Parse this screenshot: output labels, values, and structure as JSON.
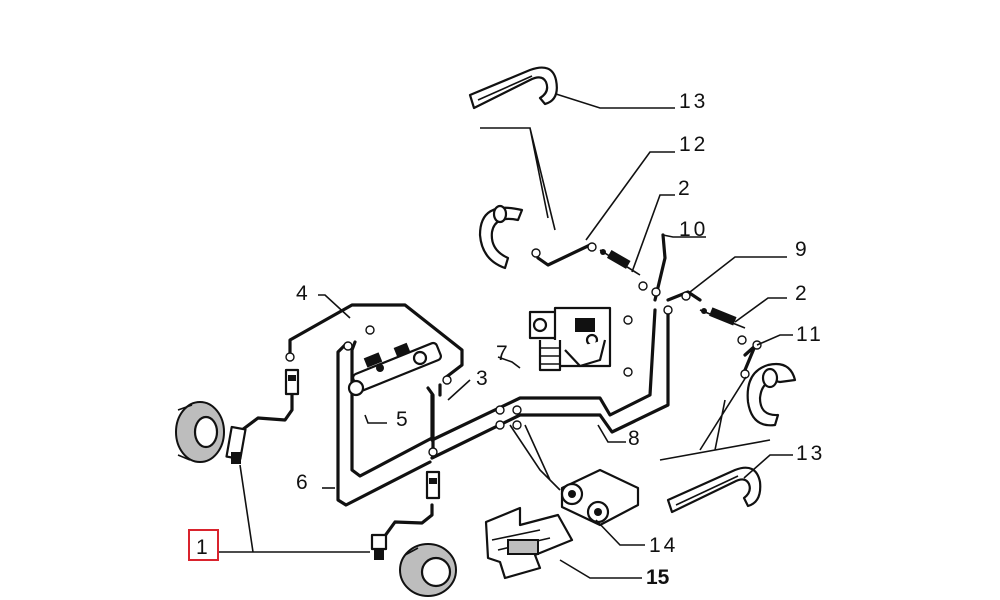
{
  "diagram": {
    "highlighted_part": "1",
    "labels": [
      {
        "id": "1",
        "text": "1"
      },
      {
        "id": "2a",
        "text": "2"
      },
      {
        "id": "2b",
        "text": "2"
      },
      {
        "id": "3",
        "text": "3"
      },
      {
        "id": "4",
        "text": "4"
      },
      {
        "id": "5",
        "text": "5"
      },
      {
        "id": "6",
        "text": "6"
      },
      {
        "id": "7",
        "text": "7"
      },
      {
        "id": "8",
        "text": "8"
      },
      {
        "id": "9",
        "text": "9"
      },
      {
        "id": "10",
        "text": "10"
      },
      {
        "id": "11",
        "text": "11"
      },
      {
        "id": "12",
        "text": "12"
      },
      {
        "id": "13a",
        "text": "13"
      },
      {
        "id": "13b",
        "text": "13"
      },
      {
        "id": "14",
        "text": "14"
      },
      {
        "id": "15",
        "text": "15"
      }
    ],
    "highlight_color": "#d9232d",
    "line_color": "#111111"
  }
}
